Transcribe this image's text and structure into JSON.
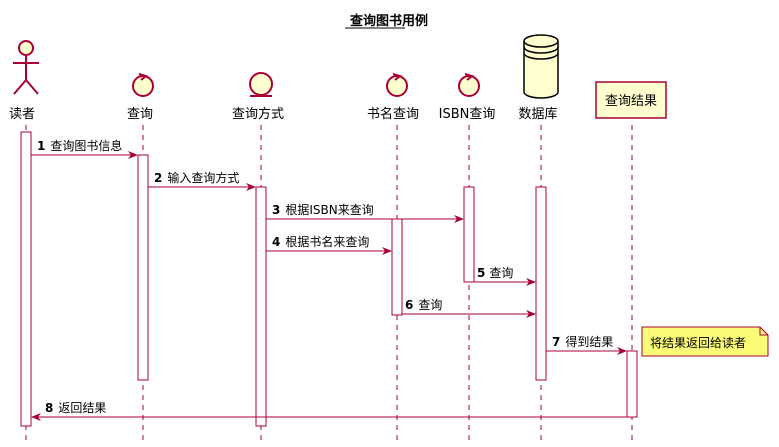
{
  "title": "查询图书用例",
  "colors": {
    "line": "#A80036",
    "fill": "#FEFECE",
    "text": "#000000"
  },
  "participants": [
    {
      "id": "reader",
      "label": "读者",
      "kind": "actor"
    },
    {
      "id": "query",
      "label": "查询",
      "kind": "control"
    },
    {
      "id": "method",
      "label": "查询方式",
      "kind": "entity"
    },
    {
      "id": "bytitle",
      "label": "书名查询",
      "kind": "control"
    },
    {
      "id": "byisbn",
      "label": "ISBN查询",
      "kind": "control"
    },
    {
      "id": "db",
      "label": "数据库",
      "kind": "database"
    },
    {
      "id": "result",
      "label": "查询结果",
      "kind": "participant"
    }
  ],
  "messages": [
    {
      "num": "1",
      "text": "查询图书信息",
      "from": "reader",
      "to": "query"
    },
    {
      "num": "2",
      "text": "输入查询方式",
      "from": "query",
      "to": "method"
    },
    {
      "num": "3",
      "text": "根据ISBN来查询",
      "from": "method",
      "to": "byisbn"
    },
    {
      "num": "4",
      "text": "根据书名来查询",
      "from": "method",
      "to": "bytitle"
    },
    {
      "num": "5",
      "text": "查询",
      "from": "byisbn",
      "to": "db"
    },
    {
      "num": "6",
      "text": "查询",
      "from": "bytitle",
      "to": "db"
    },
    {
      "num": "7",
      "text": "得到结果",
      "from": "db",
      "to": "result"
    },
    {
      "num": "8",
      "text": "返回结果",
      "from": "result",
      "to": "reader"
    }
  ],
  "note": {
    "text": "将结果返回给读者"
  }
}
